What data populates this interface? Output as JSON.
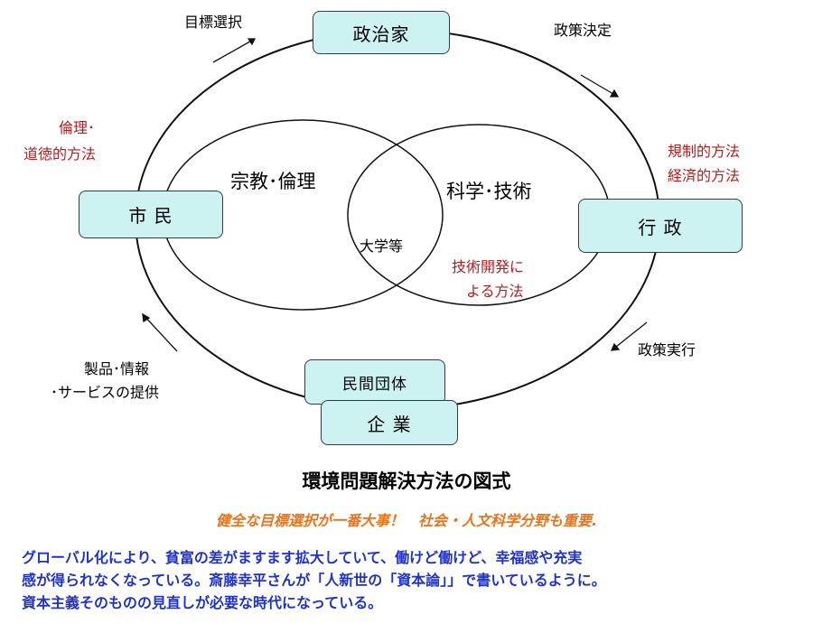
{
  "nodes": {
    "politician": "政治家",
    "citizen": "市 民",
    "administration": "行 政",
    "private_org": "民間団体",
    "company": "企 業"
  },
  "circles": {
    "religion_ethics": "宗教･倫理",
    "science_tech": "科学･技術",
    "overlap": "大学等",
    "tech_method": [
      "技術開発に",
      "よる方法"
    ]
  },
  "flows": {
    "goal_selection": "目標選択",
    "policy_decision": "政策決定",
    "policy_execution": "政策実行",
    "products_info": [
      "製品･情報",
      "･サービスの提供"
    ]
  },
  "methods": {
    "ethical": [
      "倫理･",
      "道徳的方法"
    ],
    "regulatory": [
      "規制的方法",
      "経済的方法"
    ]
  },
  "title": "環境問題解決方法の図式",
  "subtitle": "健全な目標選択が一番大事！　社会・人文科学分野も重要.",
  "paragraph": [
    "グローバル化により、貧富の差がますます拡大していて、働けど働けど、幸福感や充実",
    "感が得られなくなっている。斎藤幸平さんが「人新世の「資本論」」で書いているように。",
    "資本主義そのものの見直しが必要な時代になっている。"
  ],
  "colors": {
    "box_fill": "#ccf2f2",
    "red_text": "#b21e1e",
    "orange_text": "#e8741e",
    "blue_text": "#1f33c8"
  }
}
